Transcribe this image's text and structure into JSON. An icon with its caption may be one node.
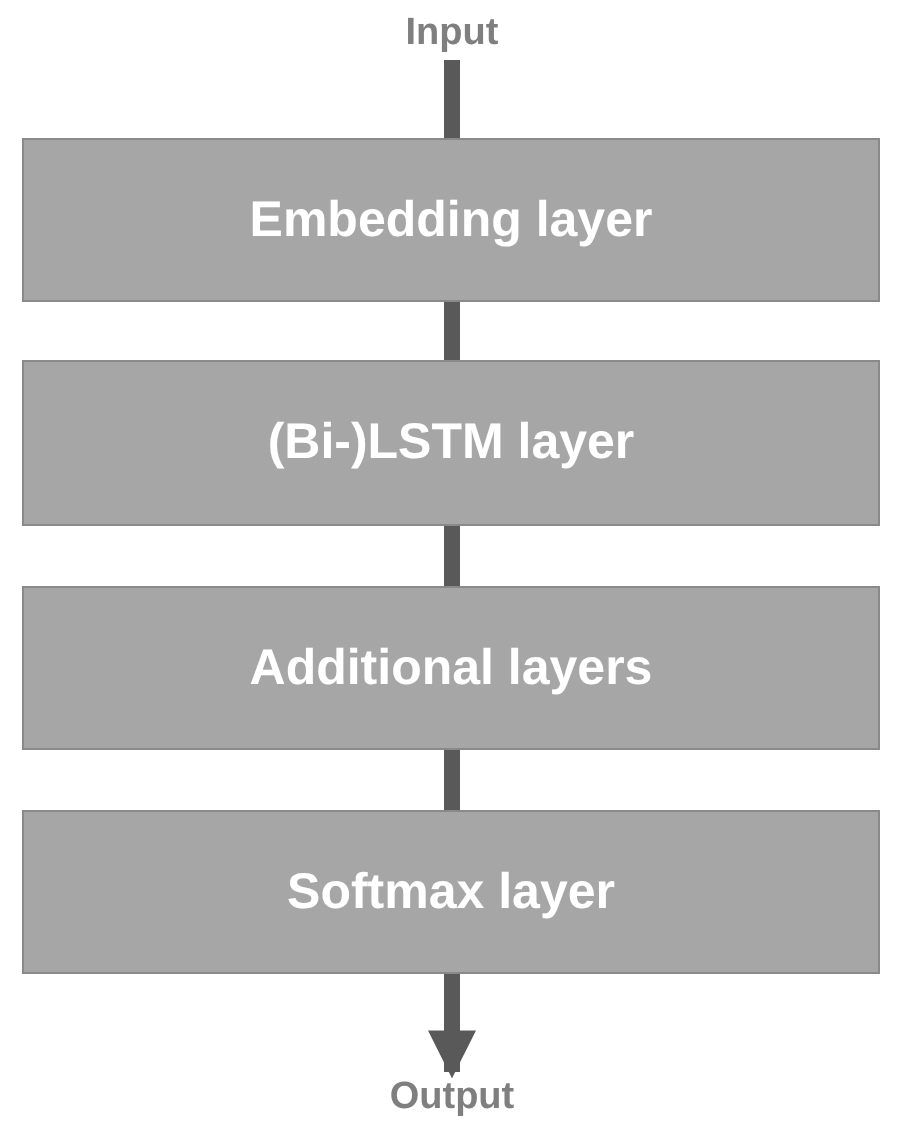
{
  "diagram": {
    "nodes": [
      {
        "text": [
          "Input"
        ]
      },
      {
        "text": [
          "Embedding layer"
        ]
      },
      {
        "text": [
          "(Bi-)LSTM layer"
        ]
      },
      {
        "text": [
          "Additional layers"
        ]
      },
      {
        "text": [
          "Softmax layer"
        ]
      },
      {
        "text": [
          "Output"
        ]
      }
    ],
    "edges": [
      {
        "from": 0,
        "to": 1,
        "arrow": "none"
      },
      {
        "from": 1,
        "to": 2,
        "arrow": "none"
      },
      {
        "from": 2,
        "to": 3,
        "arrow": "none"
      },
      {
        "from": 3,
        "to": 4,
        "arrow": "none"
      },
      {
        "from": 4,
        "to": 5,
        "arrow": "to"
      }
    ]
  }
}
